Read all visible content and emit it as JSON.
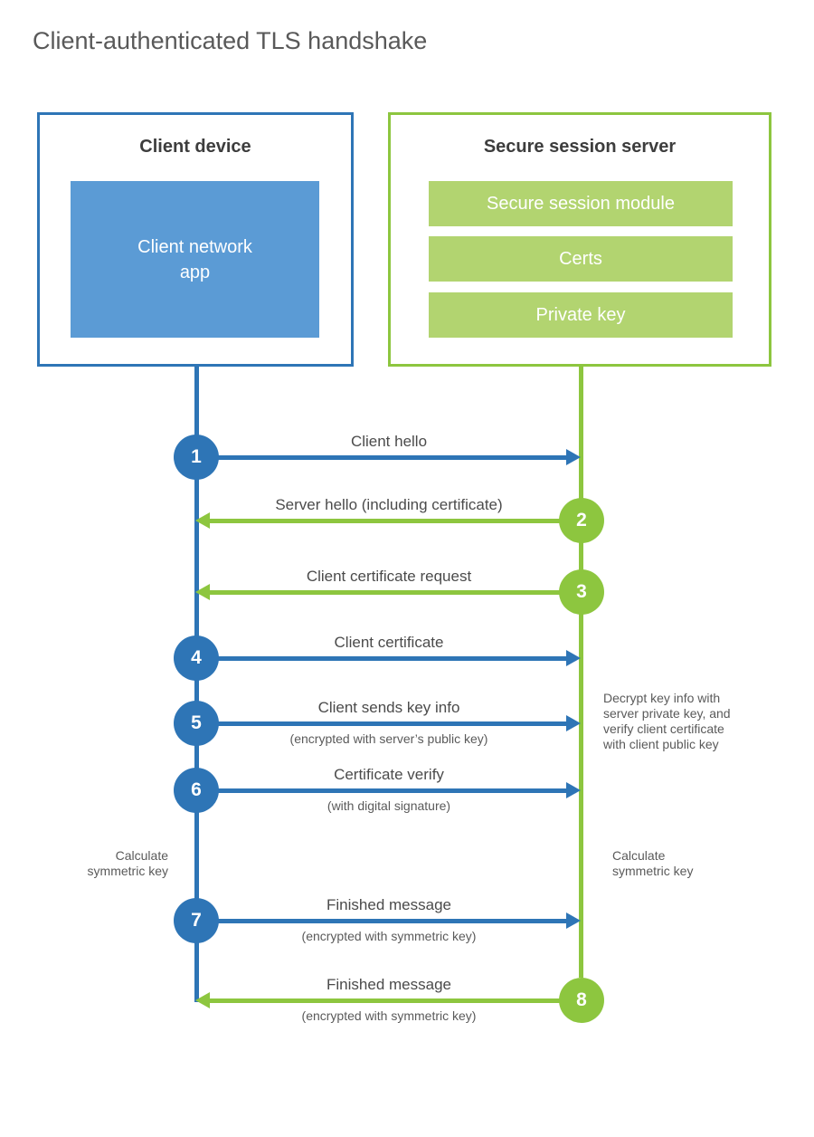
{
  "title": "Client-authenticated TLS handshake",
  "colors": {
    "blue": "#2e75b6",
    "blue_light": "#5b9bd5",
    "green": "#8dc63f",
    "green_light": "#b2d470"
  },
  "client": {
    "title": "Client device",
    "app_label": "Client network\napp"
  },
  "server": {
    "title": "Secure session server",
    "modules": [
      "Secure session module",
      "Certs",
      "Private key"
    ]
  },
  "messages": [
    {
      "step": "1",
      "from": "client",
      "label": "Client hello",
      "sub": ""
    },
    {
      "step": "2",
      "from": "server",
      "label": "Server hello (including certificate)",
      "sub": ""
    },
    {
      "step": "3",
      "from": "server",
      "label": "Client certificate request",
      "sub": ""
    },
    {
      "step": "4",
      "from": "client",
      "label": "Client certificate",
      "sub": ""
    },
    {
      "step": "5",
      "from": "client",
      "label": "Client sends key info",
      "sub": "(encrypted with server’s public key)"
    },
    {
      "step": "6",
      "from": "client",
      "label": "Certificate verify",
      "sub": "(with digital signature)"
    },
    {
      "step": "7",
      "from": "client",
      "label": "Finished message",
      "sub": "(encrypted with symmetric key)"
    },
    {
      "step": "8",
      "from": "server",
      "label": "Finished message",
      "sub": "(encrypted with symmetric key)"
    }
  ],
  "notes": {
    "decrypt": "Decrypt key info with\nserver private key, and\nverify client certificate\nwith client public key",
    "calc_left": "Calculate\nsymmetric key",
    "calc_right": "Calculate\nsymmetric key"
  }
}
